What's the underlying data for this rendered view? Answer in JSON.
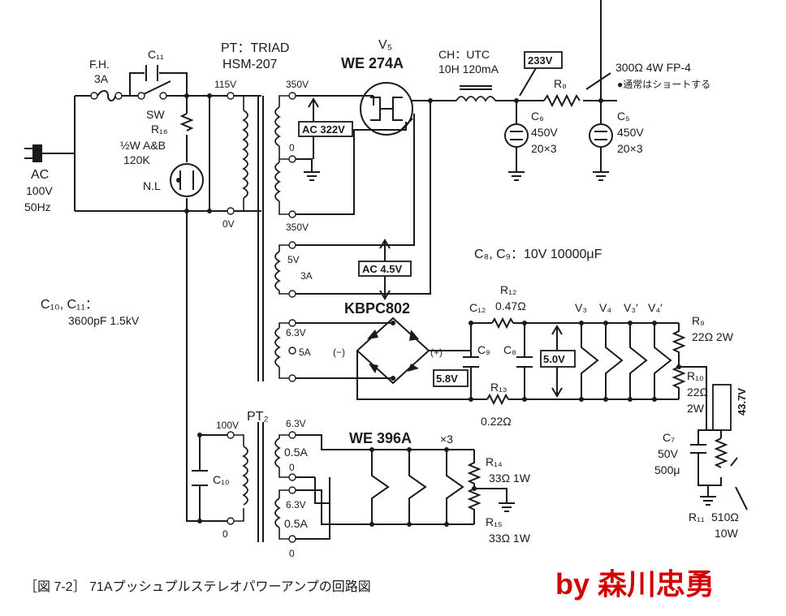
{
  "labels": {
    "fh": "F.H.",
    "fh_val": "3A",
    "c11": "C₁₁",
    "sw": "SW",
    "r16": "R₁₆",
    "r16_val1": "½W A&B",
    "r16_val2": "120K",
    "nl": "N.L",
    "ac1": "AC",
    "ac2": "100V",
    "ac3": "50Hz",
    "pt1": "PT：TRIAD",
    "pt2": "HSM-207",
    "p115": "115V",
    "p0v": "0V",
    "s350a": "350V",
    "s0": "0",
    "s350b": "350V",
    "v5": "V₅",
    "we274": "WE 274A",
    "ac322": "AC 322V",
    "s5v": "5V",
    "s3a": "3A",
    "ac45": "AC 4.5V",
    "ch1": "CH：UTC",
    "ch2": "10H  120mA",
    "v233": "233V",
    "r8": "R₈",
    "r8_val": "300Ω 4W FP-4",
    "r8_note": "●通常はショートする",
    "c6": "C₆",
    "c6_v": "450V",
    "c6_c": "20×3",
    "c5": "C₅",
    "c5_v": "450V",
    "c5_c": "20×3",
    "c8c9": "C₈, C₉：10V 10000μF",
    "c10c11_a": "C₁₀, C₁₁：",
    "c10c11_b": "3600pF  1.5kV",
    "kbpc": "KBPC802",
    "s63a": "6.3V",
    "s5a": "5A",
    "minus": "(−)",
    "plus": "(+)",
    "c12": "C₁₂",
    "r12": "R₁₂",
    "r12_val": "0.47Ω",
    "c9": "C₉",
    "c8": "C₈",
    "v58": "5.8V",
    "v50": "5.0V",
    "r13": "R₁₃",
    "r13_val": "0.22Ω",
    "v3": "V₃",
    "v4": "V₄",
    "v3p": "V₃′",
    "v4p": "V₄′",
    "r9": "R₉",
    "r9_val": "22Ω 2W",
    "r10": "R₁₀",
    "r10_val1": "22Ω",
    "r10_val2": "2W",
    "v437": "43.7V",
    "c7": "C₇",
    "c7_v": "50V",
    "c7_c": "500μ",
    "r11": "R₁₁",
    "r11_val": "510Ω",
    "r11_w": "10W",
    "pt2_lbl": "PT₂",
    "p100": "100V",
    "p0b": "0",
    "c10": "C₁₀",
    "s63b": "6.3V",
    "s05a": "0.5A",
    "s0c": "0",
    "s63c": "6.3V",
    "s05b": "0.5A",
    "s0d": "0",
    "we396": "WE 396A",
    "we396_n": "×3",
    "r14": "R₁₄",
    "r14_val": "33Ω  1W",
    "r15": "R₁₅",
    "r15_val": "33Ω  1W",
    "caption": "［図 7-2］ 71Aプッシュプルステレオパワーアンプの回路図",
    "signature": "by 森川忠勇"
  },
  "colors": {
    "ink": "#1a1a1a",
    "signature": "#d40000",
    "paper": "#ffffff"
  }
}
